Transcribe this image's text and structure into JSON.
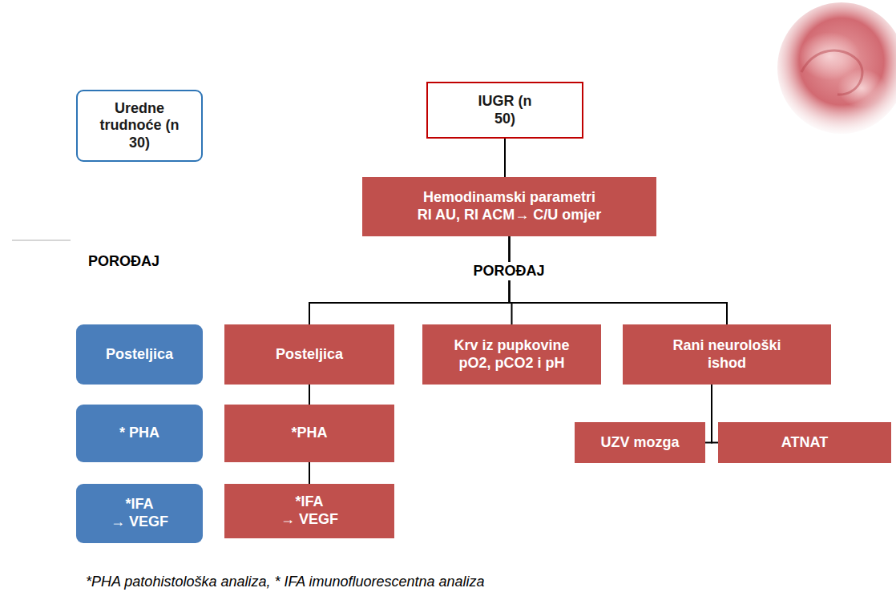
{
  "diagram": {
    "caption": "*PHA patohistološka analiza, * IFA imunofluorescentna analiza",
    "nodes": [
      {
        "text": [
          "Uredne trudnoće (n 30)"
        ]
      },
      {
        "text": [
          "IUGR (n 50)"
        ]
      },
      {
        "text": [
          "Hemodinamski parametri",
          "RI AU, RI ACM→ C/U omjer"
        ]
      },
      {
        "text": [
          "Posteljica"
        ]
      },
      {
        "text": [
          "Posteljica"
        ]
      },
      {
        "text": [
          "Krv iz pupkovine pO2, pCO2 i pH"
        ]
      },
      {
        "text": [
          "Rani neurološki ishod"
        ]
      },
      {
        "text": [
          "* PHA"
        ]
      },
      {
        "text": [
          "*PHA"
        ]
      },
      {
        "text": [
          "UZV mozga"
        ]
      },
      {
        "text": [
          "ATNAT"
        ]
      },
      {
        "text": [
          "*IFA",
          "→ VEGF"
        ]
      },
      {
        "text": [
          "*IFA",
          "→ VEGF"
        ]
      }
    ],
    "edges": [
      {
        "from": 1,
        "to": 2,
        "arrow": "none"
      },
      {
        "from": 2,
        "to": 4,
        "arrow": "none"
      },
      {
        "from": 2,
        "to": 5,
        "arrow": "none"
      },
      {
        "from": 2,
        "to": 6,
        "arrow": "none"
      },
      {
        "from": 4,
        "to": 8,
        "arrow": "none"
      },
      {
        "from": 8,
        "to": 12,
        "arrow": "none"
      },
      {
        "from": 6,
        "to": 9,
        "arrow": "none"
      },
      {
        "from": 6,
        "to": 10,
        "arrow": "none"
      }
    ],
    "labels": [
      "POROĐAJ",
      "POROĐAJ"
    ]
  }
}
